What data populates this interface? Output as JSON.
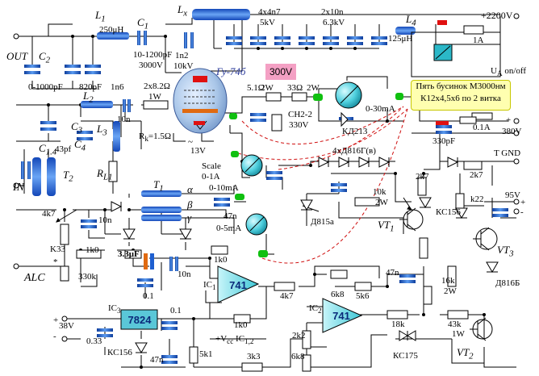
{
  "labels": {
    "l1": "L",
    "l1_sub": "1",
    "l1_val": "250μH",
    "c1": "C",
    "c1_sub": "1",
    "c1_val1": "10-1200pF",
    "c1_val2": "3000V",
    "lx": "L",
    "lx_sub": "x",
    "out": "OUT",
    "c2": "C",
    "c2_sub": "2",
    "c2_val": "0-1000pF",
    "c820": "820pF",
    "c1n6": "1n6",
    "c1n2": "1n2",
    "c10kv": "10kV",
    "cap4x4n7": "4x4n7",
    "cap5kv": "5kV",
    "cap2x10n": "2x10n",
    "cap63kv": "6.3kV",
    "l4": "L",
    "l4_sub": "4",
    "l4_val": "125μH",
    "plus2200": "+2200V",
    "fuse1a": "1A",
    "ua": "U",
    "ua_sub": "A",
    "onoff": "on/off",
    "tube": "Гу-74б",
    "v300": "300V",
    "r51": "5.1Ω",
    "r2w": "2W",
    "r33": "33Ω",
    "r2w_b": "2W",
    "note1": "Пять бусинок М3000нм",
    "note2": "К12х4,5х6 по 2 витка",
    "l2": "L",
    "l2_sub": "2",
    "r2x82": "2x8.2Ω",
    "r1w": "1W",
    "c3": "C",
    "c3_sub": "3",
    "l3": "L",
    "l3_sub": "3",
    "c10n_a": "10n",
    "c4": "C",
    "c4_sub": "4",
    "c14": "C",
    "c14_sub": "1.4",
    "c43pf": "43pf",
    "rk": "R",
    "rk_sub": "k",
    "rk_val": "=1.5Ω",
    "tilde": "~",
    "v13": "13V",
    "ch22": "CH2-2",
    "ch330": "330V",
    "scale030": "0-30mA",
    "kd213": "КД213",
    "c330pf": "330pF",
    "plus380": "+",
    "v380": "380V",
    "fuse01": "0.1A",
    "t2": "T",
    "t2_sub": "2",
    "rl1": "R",
    "rl1_sub": "L1",
    "in": "IN",
    "scale_a": "Scale",
    "scale_b": "0-1A",
    "m010": "0-10mA",
    "d4x": "4xД816Г(в)",
    "tgnd_t": "T",
    "tgnd_g": "GND",
    "r2k7a": "2k7",
    "r2k7b": "2k7",
    "r10k": "10k",
    "r10k2w": "2W",
    "vt1": "VT",
    "vt1_sub": "1",
    "d815": "Д815а",
    "kc156a": "КС156",
    "k22": "k22",
    "v95": "95V",
    "plus95": "+",
    "minus95": "-",
    "vt3": "VT",
    "vt3_sub": "3",
    "t1": "T",
    "t1_sub": "1",
    "alpha": "α",
    "beta": "β",
    "gamma": "γ",
    "c47n": "47n",
    "m05": "0-5mA",
    "r4k7": "4k7",
    "c10n_b": "10n",
    "k33": "K33",
    "star": "*",
    "r1k0a": "1k0",
    "r330k": "330k",
    "c33uf": "3.3μF",
    "c10n_c": "10n",
    "r1k0b": "1k0",
    "c01a": "0.1",
    "alc": "ALC",
    "ic1": "IC",
    "ic1_sub": "1",
    "opamp1": "741",
    "r1k0c": "1k0",
    "r4k7b": "4k7",
    "r6k8a": "6k8",
    "r5k6": "5k6",
    "ic2": "IC",
    "ic2_sub": "2",
    "opamp2": "741",
    "c47n_b": "47n",
    "r16k": "16k",
    "r16k2w": "2W",
    "d816b": "Д816Б",
    "plus38": "+",
    "v38": "38V",
    "minus38": "-",
    "ic3": "IC",
    "ic3_sub": "3",
    "reg": "7824",
    "c01b": "0.1",
    "c033": "0.33",
    "kc156b": "КС156",
    "c47n_c": "47n",
    "r5k1": "5k1",
    "vcc": "+V",
    "vcc_sub": "cc",
    "vcc_ic": "IC",
    "vcc_ic_sub": "1,2",
    "r2k2": "2k2",
    "r3k3": "3k3",
    "r6k8b": "6k8",
    "r18k": "18k",
    "kc175": "КС175",
    "r43k": "43k",
    "r43k1w": "1W",
    "vt2": "VT",
    "vt2_sub": "2"
  },
  "colors": {
    "wire": "#000000",
    "component_blue": "#1e5fd0",
    "tube_glass": "#a9c6e8",
    "red_connector": "#e01010",
    "green_connector": "#10c010",
    "meter_cyan": "#33c7d7",
    "opamp_cyan": "#52d6e3",
    "dashed_red": "#d01010",
    "note_yellow": "#ffffb0",
    "label_pink": "#f4a0c4"
  }
}
